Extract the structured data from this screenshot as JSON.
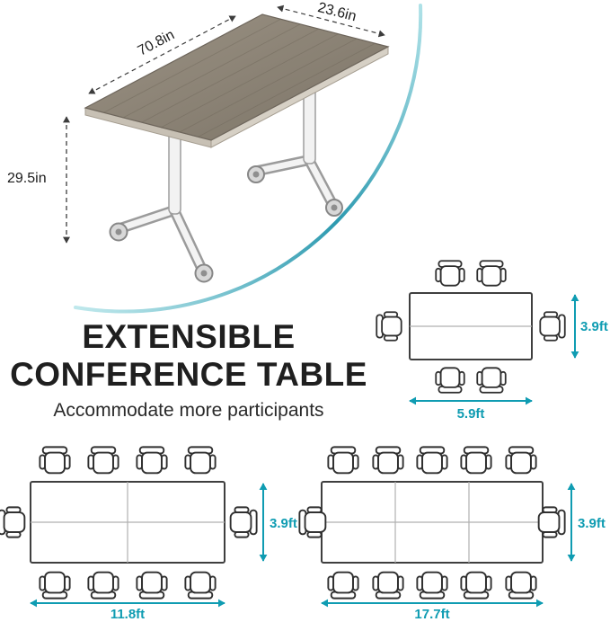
{
  "title": {
    "line1": "EXTENSIBLE",
    "line2": "CONFERENCE TABLE",
    "subtitle": "Accommodate more participants"
  },
  "product_view": {
    "length": "70.8in",
    "depth": "23.6in",
    "height": "29.5in"
  },
  "layouts": [
    {
      "id": "single",
      "sections": 1,
      "seats": 6,
      "width": "5.9ft",
      "depth": "3.9ft"
    },
    {
      "id": "double",
      "sections": 2,
      "seats": 10,
      "width": "11.8ft",
      "depth": "3.9ft"
    },
    {
      "id": "triple",
      "sections": 3,
      "seats": 12,
      "width": "17.7ft",
      "depth": "3.9ft"
    }
  ],
  "colors": {
    "accent_teal": "#0f9cb2",
    "arc_teal": "#2d9ab0",
    "ink": "#1c1c1c",
    "wood": "#8d8476"
  }
}
